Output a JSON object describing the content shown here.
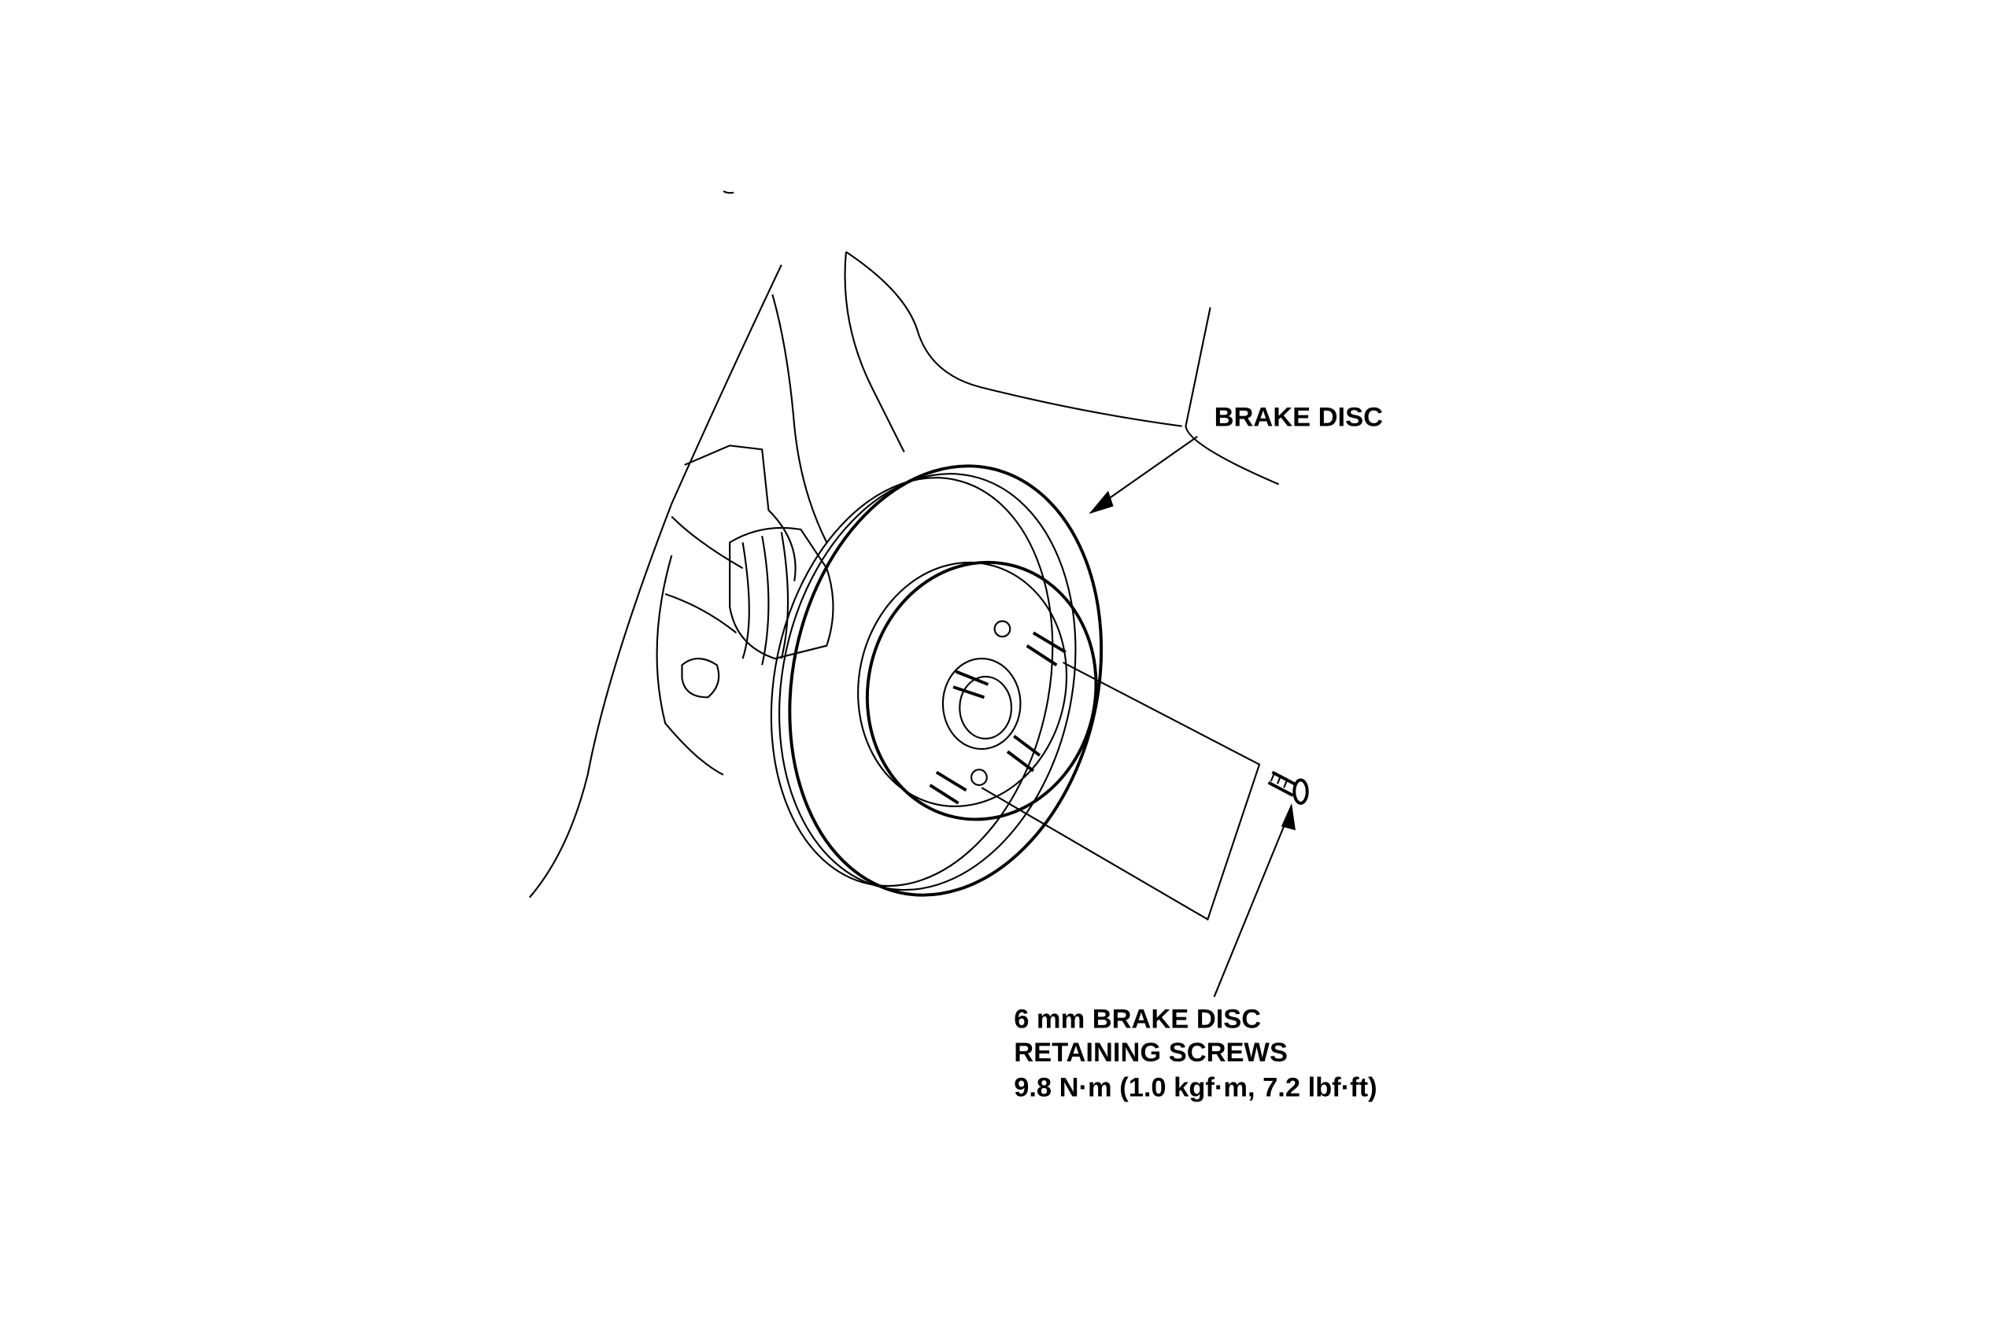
{
  "diagram": {
    "labels": {
      "brake_disc": "BRAKE DISC",
      "screws_line1": "6 mm BRAKE DISC",
      "screws_line2": "RETAINING SCREWS",
      "torque": "9.8 N·m (1.0 kgf·m, 7.2 lbf·ft)"
    }
  }
}
